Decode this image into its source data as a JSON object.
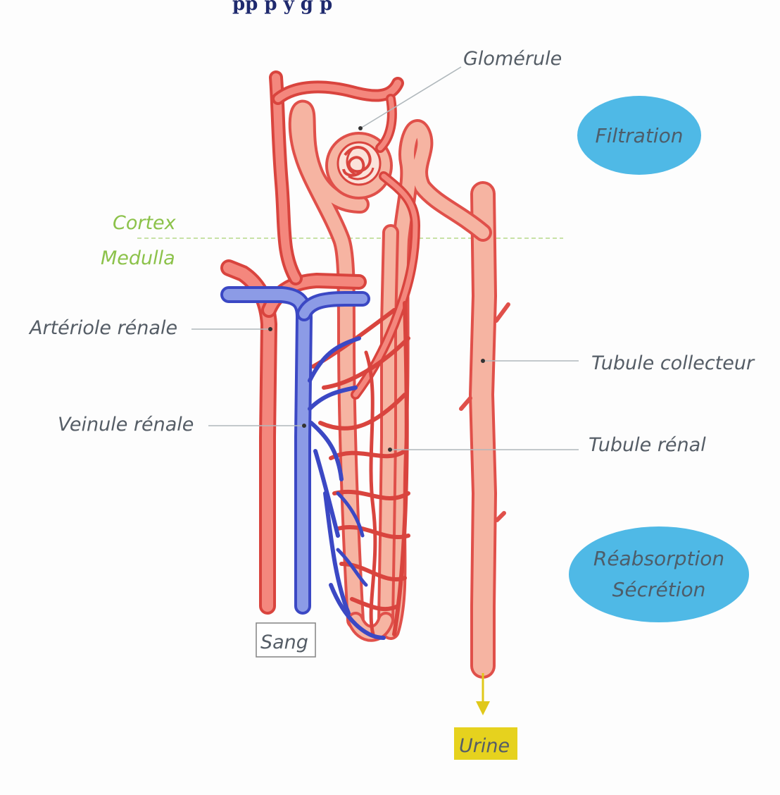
{
  "header": {
    "partial_title": "pp  p y  g p"
  },
  "zones": {
    "cortex": "Cortex",
    "medulla": "Medulla"
  },
  "labels": {
    "glomerule": "Glomérule",
    "arteriole": "Artériole rénale",
    "veinule": "Veinule rénale",
    "tubule_collecteur": "Tubule collecteur",
    "tubule_renal": "Tubule rénal",
    "sang": "Sang",
    "urine": "Urine"
  },
  "phases": {
    "filtration": "Filtration",
    "reabsorption_line1": "Réabsorption",
    "reabsorption_line2": "Sécrétion"
  },
  "colors": {
    "artery": "#d9443e",
    "vein": "#3b48c4",
    "tubule": "#f6b4a2",
    "oval": "#4fb9e6",
    "zone_text": "#8cc24a",
    "urine_highlight": "#e6d21e",
    "arrow": "#e0c81a"
  }
}
